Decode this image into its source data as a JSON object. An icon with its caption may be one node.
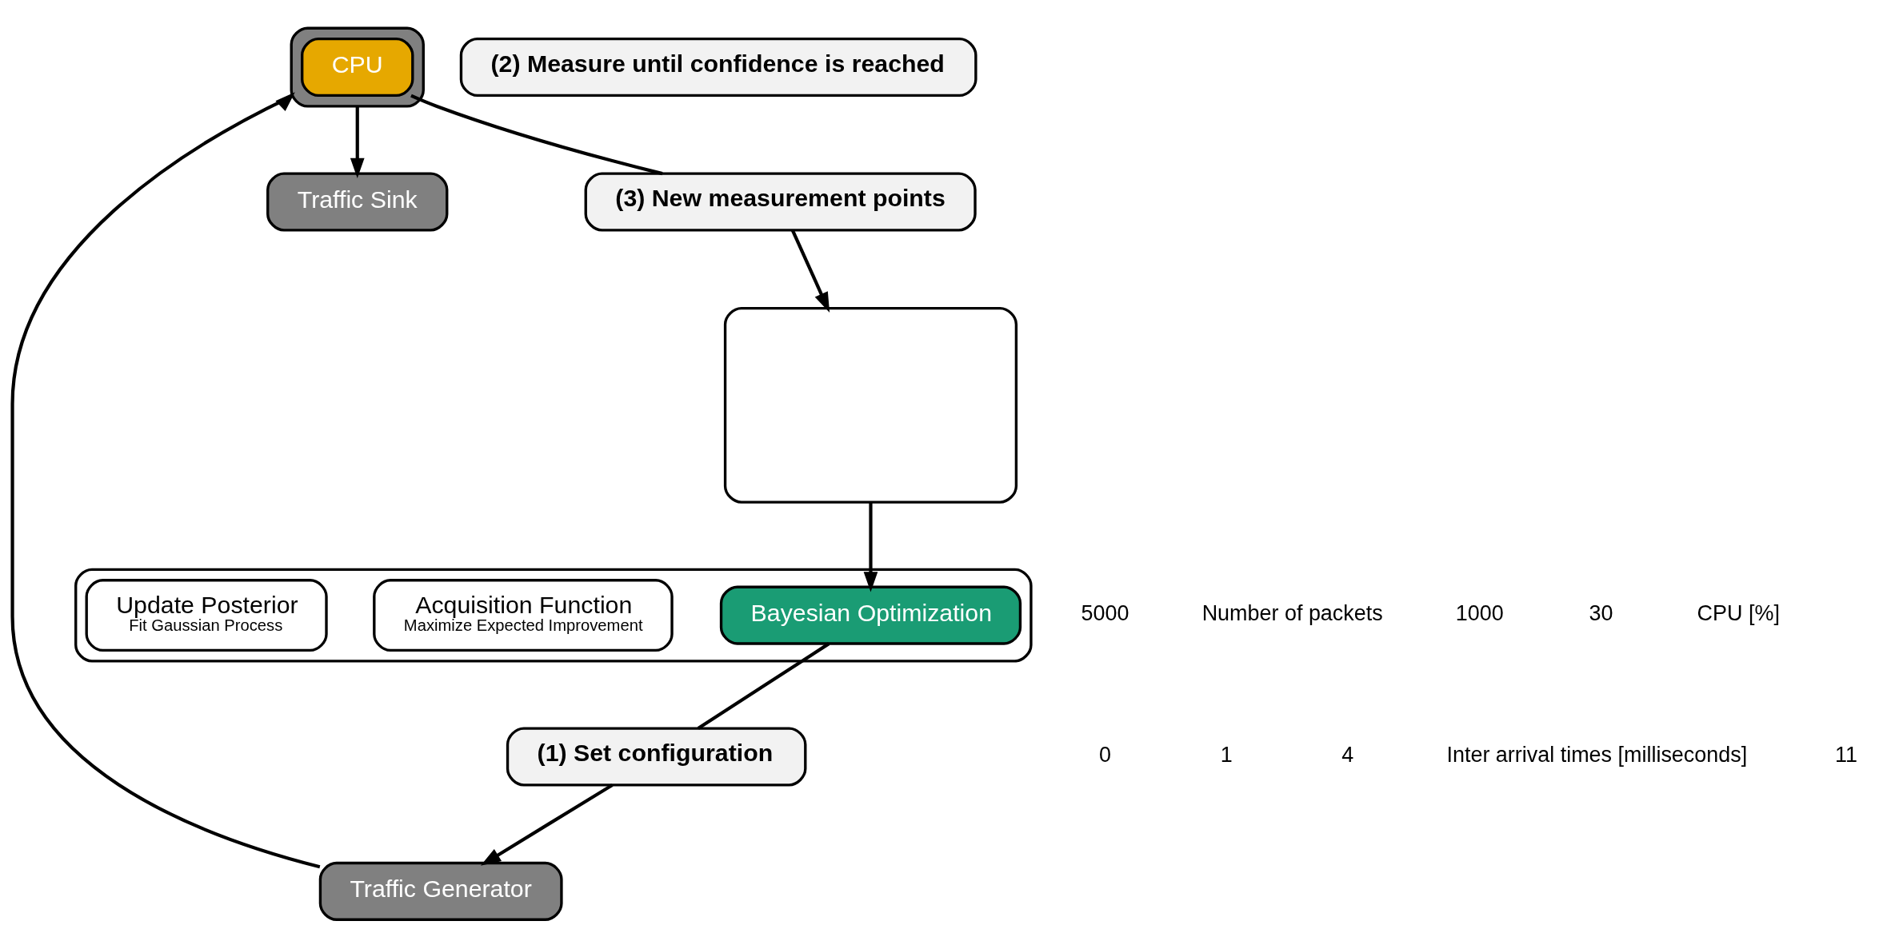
{
  "diagram": {
    "nodes": [
      {
        "text": [
          "Traffic Generator"
        ]
      },
      {
        "text": [
          "(2) Measure until confidence is reached"
        ]
      },
      {
        "text": [],
        "shape": "box"
      },
      {
        "text": [
          "CPU"
        ],
        "in": 2
      },
      {
        "text": [
          "Traffic Sink"
        ]
      },
      {
        "text": [
          "(1) Set configuration"
        ]
      },
      {
        "text": [],
        "shape": "box"
      },
      {
        "text": [
          "Bayesian Optimization"
        ],
        "in": 6
      },
      {
        "text": [
          "Acquisition Function",
          "Maximize Expected Improvement"
        ],
        "in": 6
      },
      {
        "text": [
          "Update Posterior",
          "Fit Gaussian Process"
        ],
        "in": 6
      },
      {
        "text": [
          "(3) New measurement points"
        ]
      },
      {
        "text": [],
        "shape": "box"
      }
    ],
    "edges": [
      {
        "from": 0,
        "to": 2,
        "arrow": "to"
      },
      {
        "from": 2,
        "to": 4,
        "arrow": "to"
      },
      {
        "from": 7,
        "to": 5,
        "arrow": "none"
      },
      {
        "from": 5,
        "to": 0,
        "arrow": "to"
      },
      {
        "from": 3,
        "to": 10,
        "arrow": "none"
      },
      {
        "from": 10,
        "to": 11,
        "arrow": "to"
      },
      {
        "from": 11,
        "to": 7,
        "arrow": "to"
      }
    ],
    "labels": [
      "5000",
      "Number of packets",
      "1000",
      "30",
      "CPU [%]",
      "0",
      "1",
      "4",
      "Inter arrival times [milliseconds]",
      "11"
    ]
  }
}
